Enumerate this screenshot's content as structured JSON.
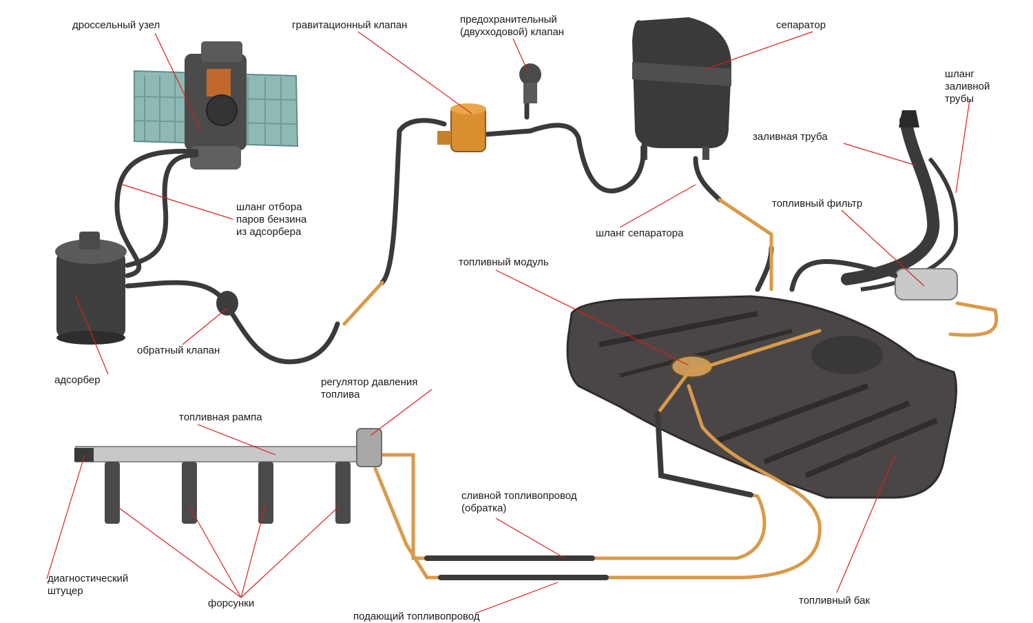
{
  "labels": {
    "throttle": "дроссельный узел",
    "gravity_valve": "гравитационный клапан",
    "safety_valve_1": "предохранительный",
    "safety_valve_2": "(двухходовой) клапан",
    "separator": "сепаратор",
    "filler_hose_1": "шланг",
    "filler_hose_2": "заливной",
    "filler_hose_3": "трубы",
    "filler_pipe": "заливная труба",
    "purge_hose_1": "шланг отбора",
    "purge_hose_2": "паров бензина",
    "purge_hose_3": "из адсорбера",
    "fuel_filter": "топливный фильтр",
    "separator_hose": "шланг сепаратора",
    "fuel_module": "топливный модуль",
    "check_valve": "обратный клапан",
    "adsorber": "адсорбер",
    "pressure_regulator_1": "регулятор давления",
    "pressure_regulator_2": "топлива",
    "fuel_rail": "топливная рампа",
    "return_line_1": "сливной топливопровод",
    "return_line_2": "(обратка)",
    "diag_port_1": "диагностический",
    "diag_port_2": "штуцер",
    "injectors": "форсунки",
    "fuel_tank": "топливный бак",
    "supply_line": "подающий топливопровод"
  },
  "colors": {
    "leader": "#d81e1e",
    "hose": "#3a3a3a",
    "copper": "#d99a4a",
    "tank": "#4a4646",
    "engine": "#8fb9b5"
  }
}
